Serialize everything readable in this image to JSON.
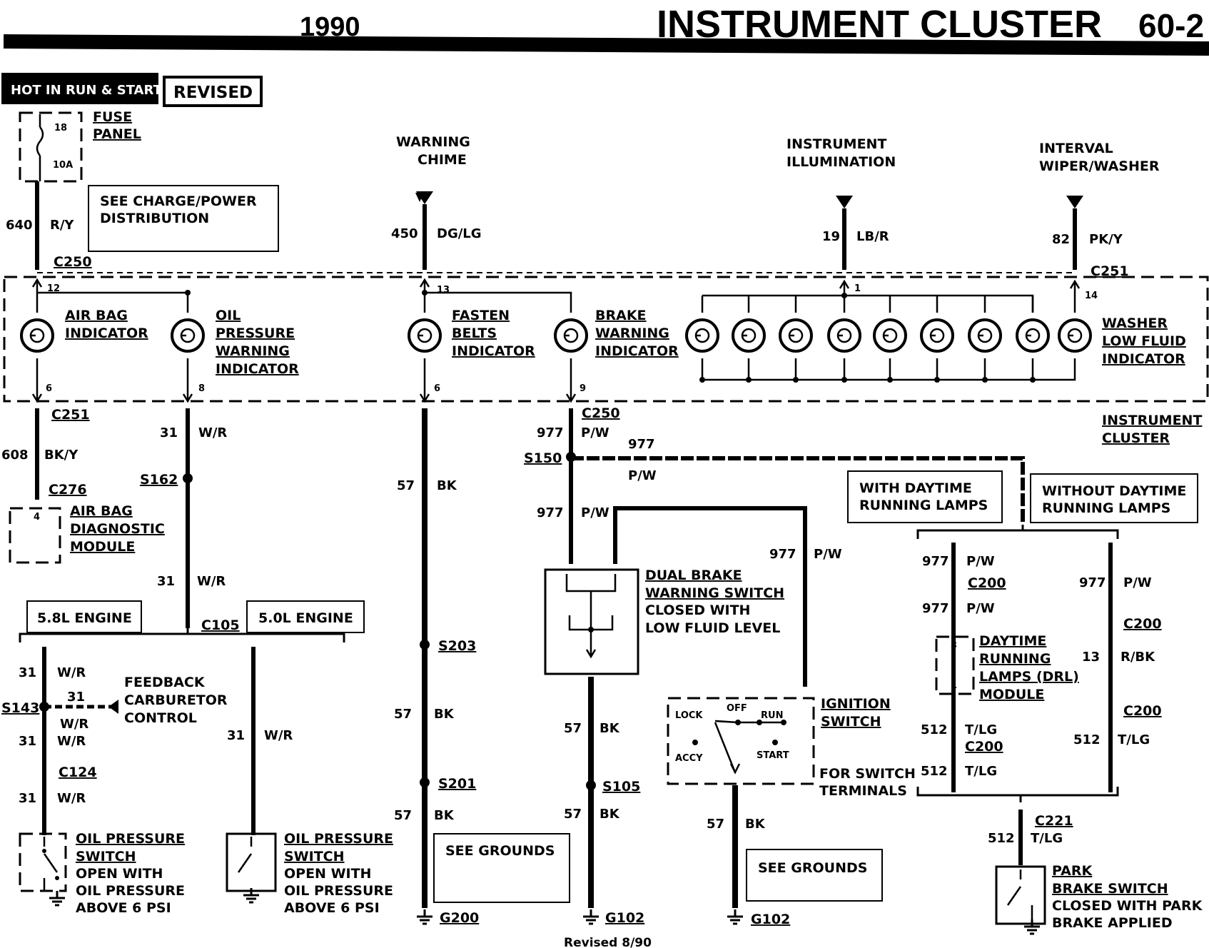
{
  "header": {
    "year": "1990",
    "title": "INSTRUMENT CLUSTER",
    "page": "60-2"
  },
  "tags": {
    "hot": "HOT IN RUN & START",
    "revised": "REVISED"
  },
  "fuse": {
    "number": "18",
    "rating": "10A",
    "label1": "FUSE",
    "label2": "PANEL"
  },
  "notes": {
    "charge1": "SEE CHARGE/POWER",
    "charge2": "DISTRIBUTION",
    "grounds1": "SEE GROUNDS",
    "grounds2": "SEE GROUNDS",
    "daytime1a": "WITH DAYTIME",
    "daytime1b": "RUNNING LAMPS",
    "daytime2a": "WITHOUT DAYTIME",
    "daytime2b": "RUNNING LAMPS",
    "eng58": "5.8L ENGINE",
    "eng50": "5.0L ENGINE",
    "revised": "Revised 8/90"
  },
  "sources": {
    "chime1": "WARNING",
    "chime2": "CHIME",
    "illum1": "INSTRUMENT",
    "illum2": "ILLUMINATION",
    "wiper1": "INTERVAL",
    "wiper2": "WIPER/WASHER"
  },
  "wires": {
    "w640": "640",
    "w640c": "R/Y",
    "w450": "450",
    "w450c": "DG/LG",
    "w19": "19",
    "w19c": "LB/R",
    "w82": "82",
    "w82c": "PK/Y",
    "w608": "608",
    "w608c": "BK/Y",
    "w31": "31",
    "w31c": "W/R",
    "w57": "57",
    "w57c": "BK",
    "w977": "977",
    "w977c": "P/W",
    "w13": "13",
    "w13c": "R/BK",
    "w512": "512",
    "w512c": "T/LG"
  },
  "connectors": {
    "c250": "C250",
    "c251": "C251",
    "c276": "C276",
    "c105": "C105",
    "c124": "C124",
    "c200": "C200",
    "c221": "C221",
    "s162": "S162",
    "s143": "S143",
    "s150": "S150",
    "s203": "S203",
    "s201": "S201",
    "s105": "S105",
    "g200": "G200",
    "g102": "G102"
  },
  "pins": {
    "p12": "12",
    "p13": "13",
    "p1": "1",
    "p14": "14",
    "p6": "6",
    "p8": "8",
    "p9": "9",
    "p4": "4",
    "p3": "3"
  },
  "cluster": {
    "airbag1": "AIR BAG",
    "airbag2": "INDICATOR",
    "oil1": "OIL",
    "oil2": "PRESSURE",
    "oil3": "WARNING",
    "oil4": "INDICATOR",
    "belt1": "FASTEN",
    "belt2": "BELTS",
    "belt3": "INDICATOR",
    "brake1": "BRAKE",
    "brake2": "WARNING",
    "brake3": "INDICATOR",
    "washer1": "WASHER",
    "washer2": "LOW FLUID",
    "washer3": "INDICATOR",
    "name1": "INSTRUMENT",
    "name2": "CLUSTER"
  },
  "components": {
    "abdm1": "AIR BAG",
    "abdm2": "DIAGNOSTIC",
    "abdm3": "MODULE",
    "fb1": "FEEDBACK",
    "fb2": "CARBURETOR",
    "fb3": "CONTROL",
    "ops1": "OIL PRESSURE",
    "ops2": "SWITCH",
    "ops3": "OPEN WITH",
    "ops4": "OIL PRESSURE",
    "ops5": "ABOVE 6 PSI",
    "dbw1": "DUAL BRAKE",
    "dbw2": "WARNING SWITCH",
    "dbw3": "CLOSED WITH",
    "dbw4": "LOW FLUID LEVEL",
    "ign1": "IGNITION",
    "ign2": "SWITCH",
    "ign3": "FOR SWITCH",
    "ign4": "TERMINALS",
    "ign_lock": "LOCK",
    "ign_off": "OFF",
    "ign_run": "RUN",
    "ign_accy": "ACCY",
    "ign_start": "START",
    "drl1": "DAYTIME",
    "drl2": "RUNNING",
    "drl3": "LAMPS (DRL)",
    "drl4": "MODULE",
    "pb1": "PARK",
    "pb2": "BRAKE SWITCH",
    "pb3": "CLOSED WITH PARK",
    "pb4": "BRAKE APPLIED"
  },
  "colors": {
    "ink": "#000000",
    "paper": "#ffffff"
  }
}
